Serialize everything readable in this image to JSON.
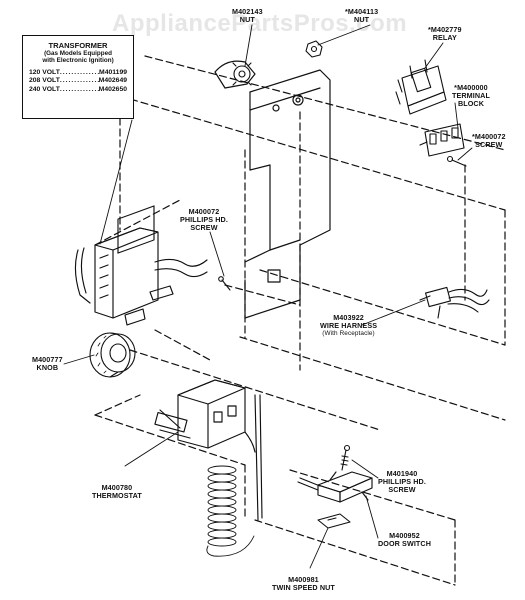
{
  "watermark": "AppliancePartsPros.com",
  "transformer": {
    "title": "TRANSFORMER",
    "note_line1": "(Gas Models Equipped",
    "note_line2": "with Electronic Ignition)",
    "rows": [
      {
        "voltage": "120 VOLT",
        "part": "M401199"
      },
      {
        "voltage": "208 VOLT",
        "part": "M402649"
      },
      {
        "voltage": "240 VOLT",
        "part": "M402650"
      }
    ]
  },
  "callouts": {
    "nut_m402143": {
      "part": "M402143",
      "name": "NUT"
    },
    "nut_m404113": {
      "part": "*M404113",
      "name": "NUT"
    },
    "relay": {
      "part": "*M402779",
      "name": "RELAY"
    },
    "terminal_block": {
      "part": "*M400000",
      "name1": "TERMINAL",
      "name2": "BLOCK"
    },
    "screw_m400072_right": {
      "part": "*M400072",
      "name": "SCREW"
    },
    "phillips_screw_left": {
      "part": "M400072",
      "name1": "PHILLIPS HD.",
      "name2": "SCREW"
    },
    "wire_harness": {
      "part": "M403922",
      "name": "WIRE HARNESS",
      "sub": "(With Receptacle)"
    },
    "knob": {
      "part": "M400777",
      "name": "KNOB"
    },
    "thermostat": {
      "part": "M400780",
      "name": "THERMOSTAT"
    },
    "phillips_screw_bottom": {
      "part": "M401940",
      "name1": "PHILLIPS HD.",
      "name2": "SCREW"
    },
    "door_switch": {
      "part": "M400952",
      "name": "DOOR SWITCH"
    },
    "twin_speed_nut": {
      "part": "M400981",
      "name": "TWIN SPEED NUT"
    }
  }
}
